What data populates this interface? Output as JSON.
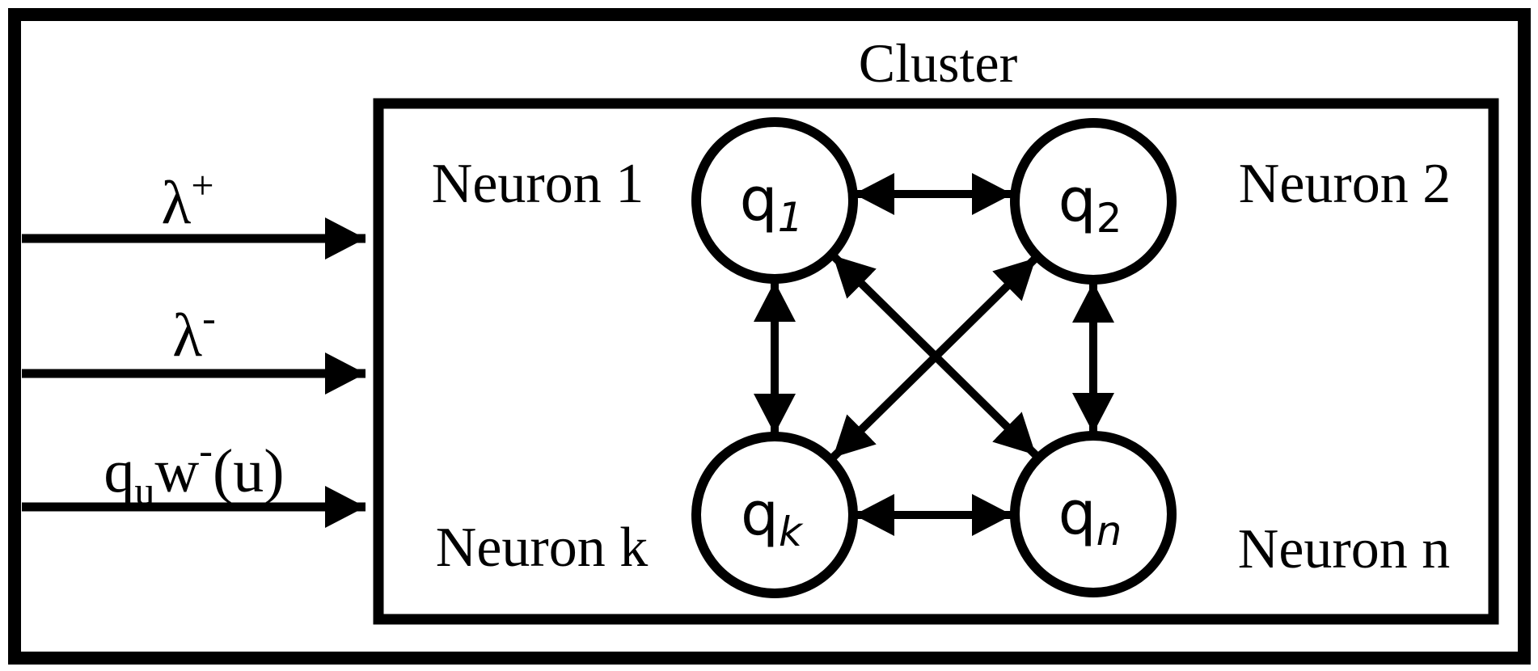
{
  "figure": {
    "cluster_title": "Cluster",
    "inputs": [
      {
        "base": "λ",
        "sup": "+"
      },
      {
        "base": "λ",
        "sup": "-"
      },
      {
        "base": "q",
        "sub": "u",
        "base2": "w",
        "sup2": "-",
        "tail": "(u)"
      }
    ],
    "neurons": [
      {
        "name": "Neuron 1",
        "q_base": "q",
        "q_sub": "1"
      },
      {
        "name": "Neuron 2",
        "q_base": "q",
        "q_sub": "2"
      },
      {
        "name": "Neuron k",
        "q_base": "q",
        "q_sub": "k"
      },
      {
        "name": "Neuron n",
        "q_base": "q",
        "q_sub": "n"
      }
    ],
    "colors": {
      "ink": "#000000",
      "paper": "#ffffff"
    }
  }
}
